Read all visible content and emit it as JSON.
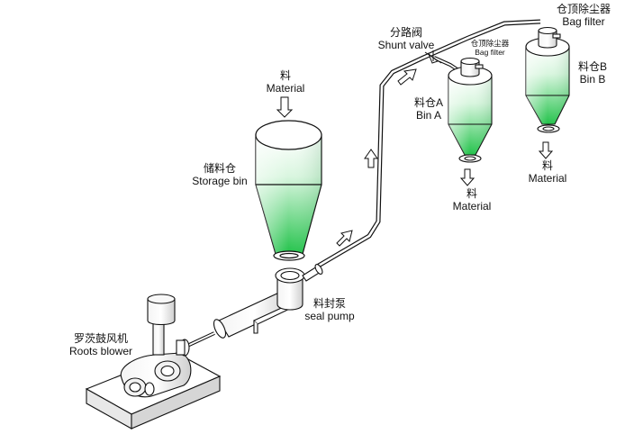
{
  "colors": {
    "line": "#111111",
    "green_top": "#ffffff",
    "green_bottom": "#22c24a"
  },
  "labels": {
    "material_top": {
      "zh": "料",
      "en": "Material"
    },
    "storage_bin": {
      "zh": "储料仓",
      "en": "Storage bin"
    },
    "seal_pump": {
      "zh": "料封泵",
      "en": "seal pump"
    },
    "roots_blower": {
      "zh": "罗茨鼓风机",
      "en": "Roots blower"
    },
    "shunt_valve": {
      "zh": "分路阀",
      "en": "Shunt valve"
    },
    "bag_filter_a": {
      "zh": "仓顶除尘器",
      "en": "Bag filter"
    },
    "bag_filter_b": {
      "zh": "仓顶除尘器",
      "en": "Bag filter"
    },
    "bin_a": {
      "zh": "料仓A",
      "en": "Bin A"
    },
    "bin_b": {
      "zh": "料仓B",
      "en": "Bin B"
    },
    "material_a": {
      "zh": "料",
      "en": "Material"
    },
    "material_b": {
      "zh": "料",
      "en": "Material"
    }
  }
}
